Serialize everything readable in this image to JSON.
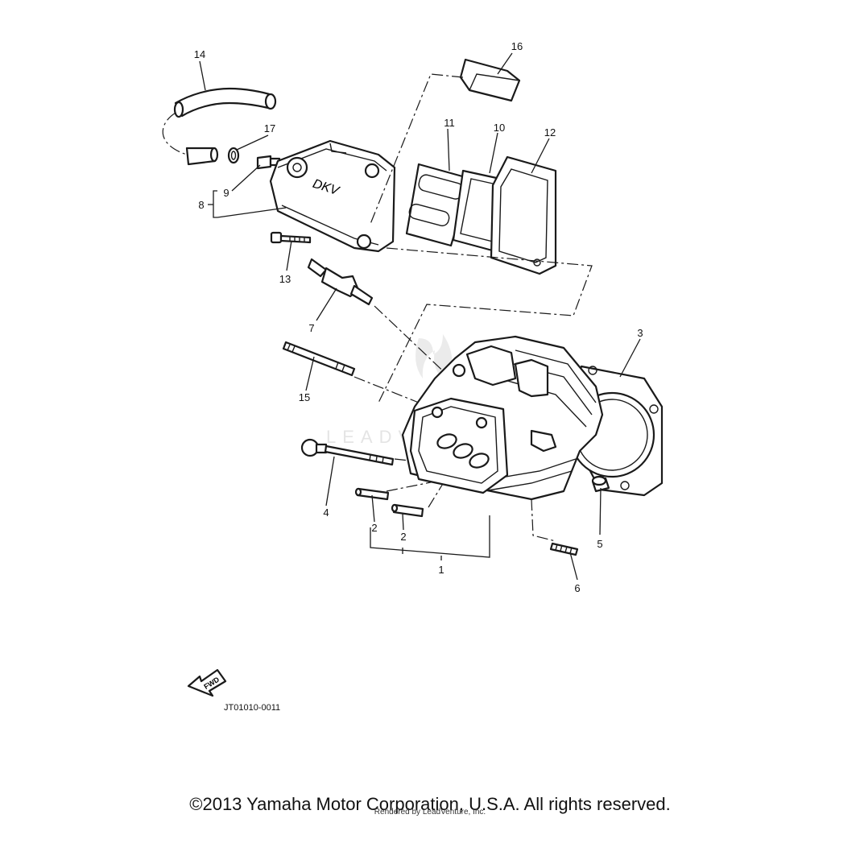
{
  "callouts": [
    "1",
    "2",
    "2",
    "3",
    "4",
    "5",
    "6",
    "7",
    "8",
    "9",
    "10",
    "11",
    "12",
    "13",
    "14",
    "15",
    "16",
    "17"
  ],
  "diagram_code": "JT01010-0011",
  "fwd_label": "FWD",
  "cover_marking": "DKV",
  "watermark": "LEADVENTURE",
  "copyright": "©2013 Yamaha Motor Corporation, U.S.A. All rights reserved.",
  "rendered_by": "Rendered by LeadVenture, Inc."
}
